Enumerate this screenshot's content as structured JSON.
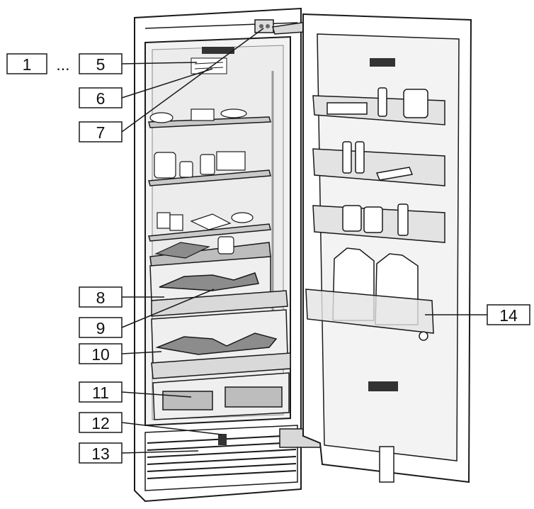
{
  "callouts": [
    {
      "id": "c1",
      "label": "1"
    },
    {
      "id": "c5",
      "label": "5"
    },
    {
      "id": "c6",
      "label": "6"
    },
    {
      "id": "c7",
      "label": "7"
    },
    {
      "id": "c8",
      "label": "8"
    },
    {
      "id": "c9",
      "label": "9"
    },
    {
      "id": "c10",
      "label": "10"
    },
    {
      "id": "c11",
      "label": "11"
    },
    {
      "id": "c12",
      "label": "12"
    },
    {
      "id": "c13",
      "label": "13"
    },
    {
      "id": "c14",
      "label": "14"
    }
  ],
  "range_separator": "...",
  "colors": {
    "outline": "#1a1a1a",
    "glass_shelf": "#c9c9c9",
    "interior": "#efefef",
    "door_tint": "#e3e3e3",
    "food": "#8c8c8c",
    "white": "#ffffff"
  }
}
